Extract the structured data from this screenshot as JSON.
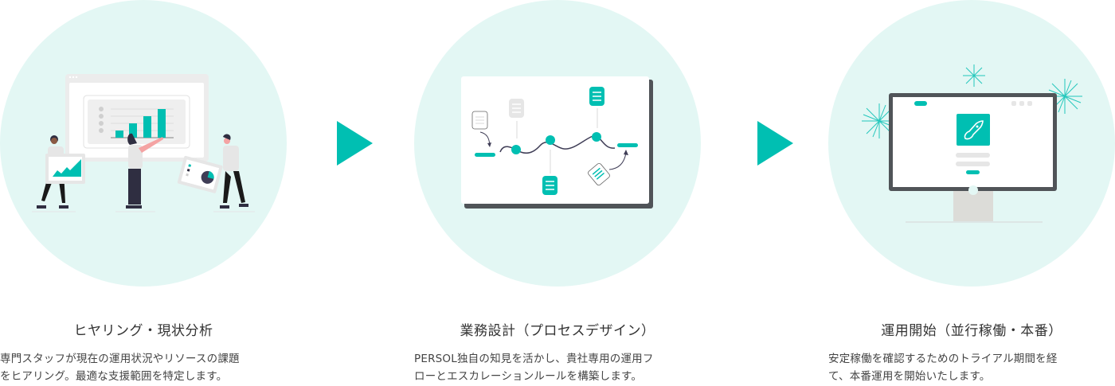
{
  "colors": {
    "accent": "#00bfb2",
    "circle_bg": "#e3f7f4",
    "text": "#333333",
    "dark_gray": "#505458",
    "light_gray": "#e6e6e6"
  },
  "steps": [
    {
      "title": "ヒヤリング・現状分析",
      "description_lines": [
        "専門スタッフが現在の運用状況やリソースの課題",
        "をヒアリング。最適な支援範囲を特定します。"
      ],
      "illustration": "people-presenting-bar-chart"
    },
    {
      "title": "業務設計（プロセスデザイン）",
      "description_lines": [
        "PERSOL独自の知見を活かし、貴社専用の運用フ",
        "ローとエスカレーションルールを構築します。"
      ],
      "illustration": "process-flow-board"
    },
    {
      "title": "運用開始（並行稼働・本番）",
      "description_lines": [
        "安定稼働を確認するためのトライアル期間を経",
        "て、本番運用を開始いたします。"
      ],
      "illustration": "monitor-rocket-launch-fireworks"
    }
  ],
  "arrows": [
    "play-arrow-icon",
    "play-arrow-icon"
  ]
}
